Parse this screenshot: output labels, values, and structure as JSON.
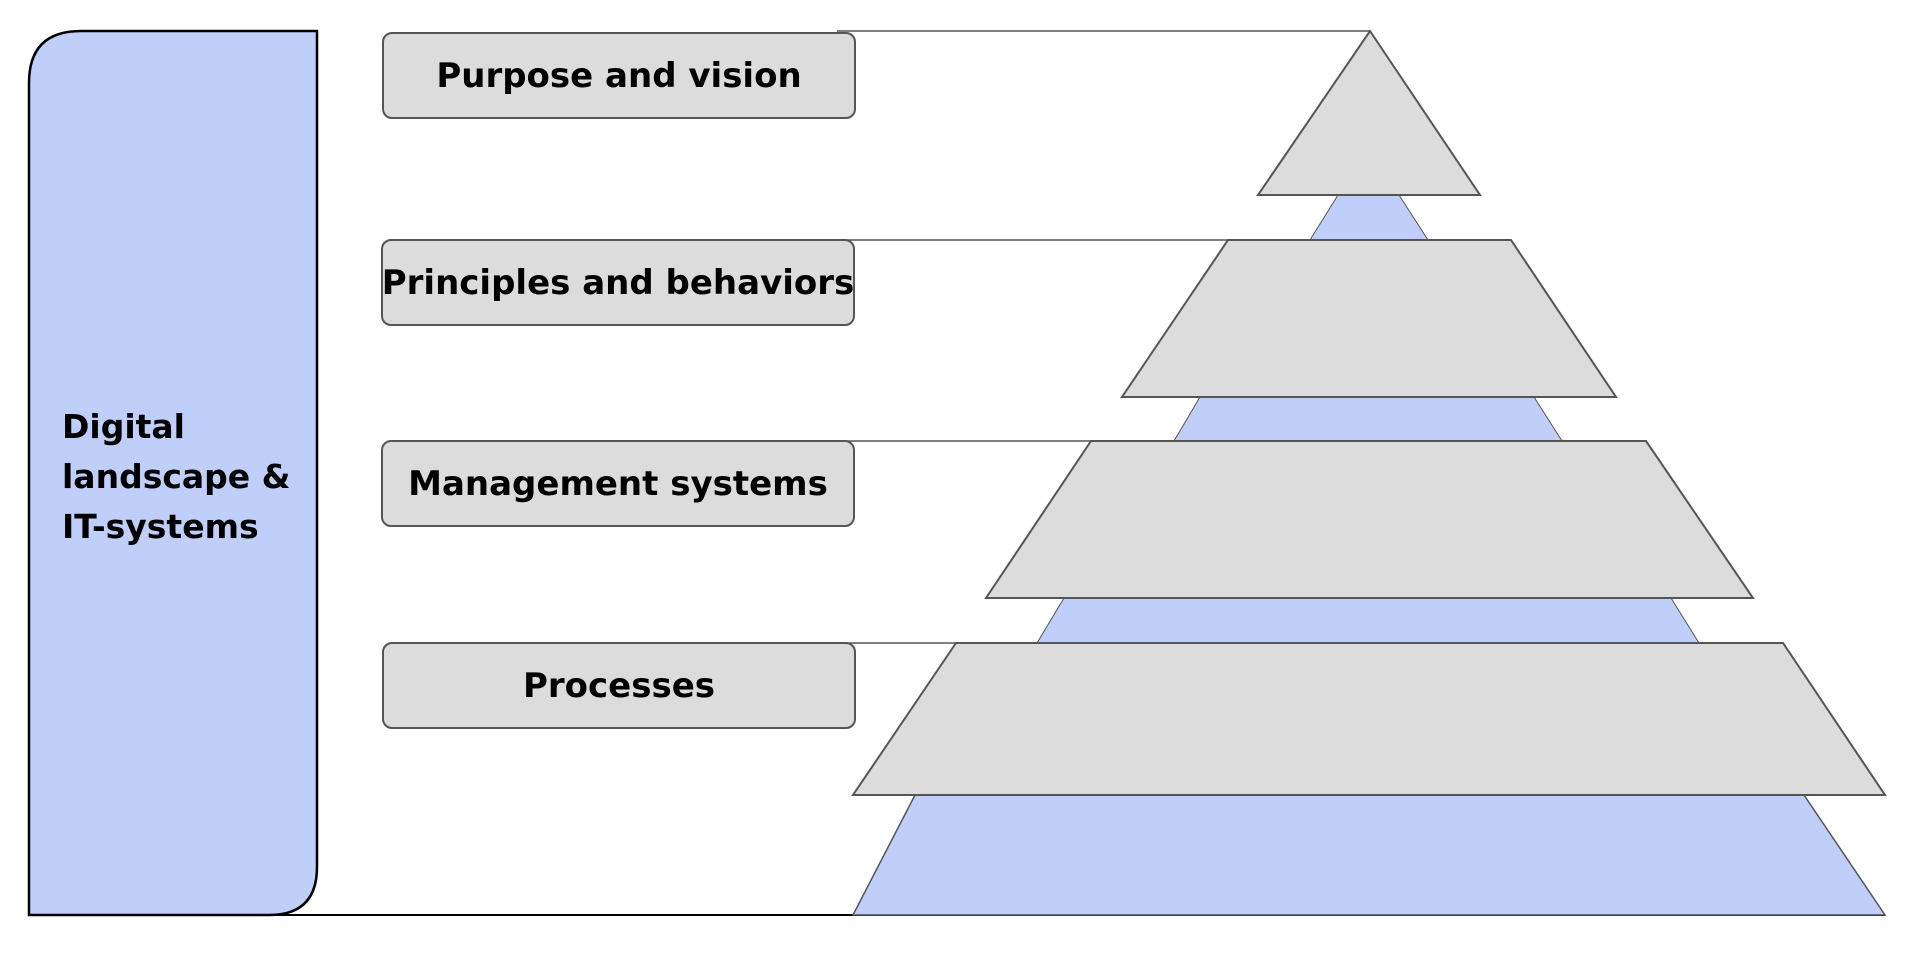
{
  "sidebar": {
    "lines": [
      "Digital",
      "landscape &",
      "IT-systems"
    ]
  },
  "layers": [
    {
      "label": "Purpose and vision"
    },
    {
      "label": "Principles and behaviors"
    },
    {
      "label": "Management systems"
    },
    {
      "label": "Processes"
    }
  ],
  "colors": {
    "blue": "#bfcffa",
    "grey": "#dcdcdc",
    "stroke": "#555555",
    "outline": "#000000"
  }
}
